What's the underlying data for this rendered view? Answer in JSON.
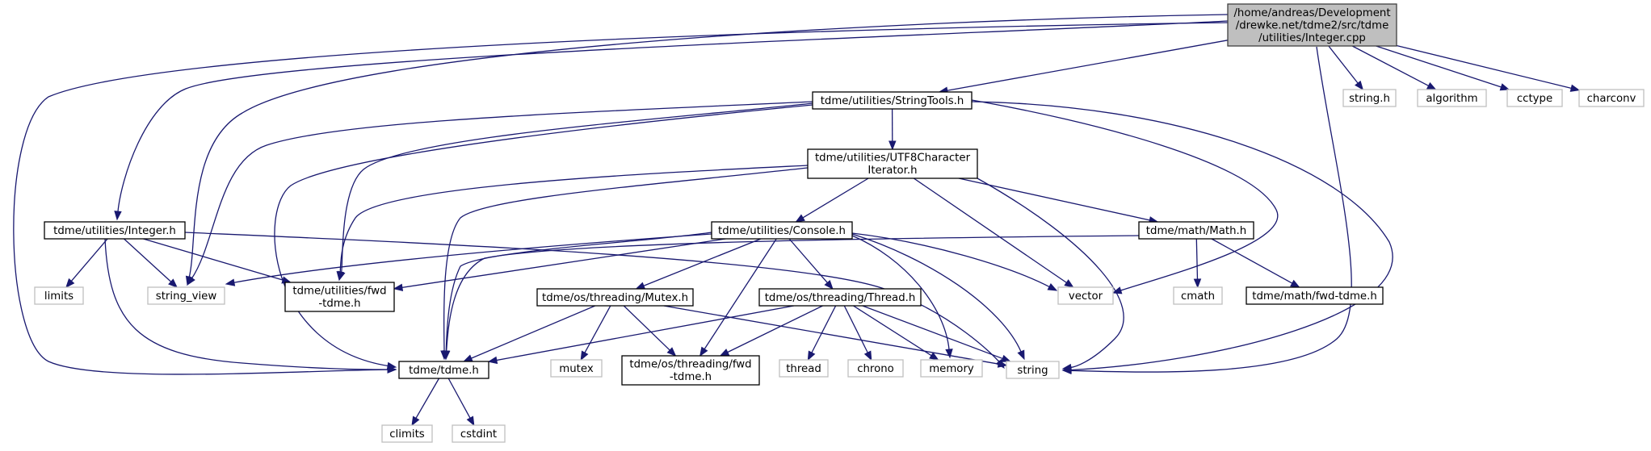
{
  "graph": {
    "edge_color": "#191970",
    "root_fill": "#bfbfbf",
    "local_border": "#000000",
    "system_border": "#bfbfbf",
    "nodes": [
      {
        "id": "root",
        "kind": "root",
        "lines": [
          "/home/andreas/Development",
          "/drewke.net/tdme2/src/tdme",
          "/utilities/Integer.cpp"
        ]
      },
      {
        "id": "stringtools",
        "kind": "local",
        "lines": [
          "tdme/utilities/StringTools.h"
        ]
      },
      {
        "id": "string_h",
        "kind": "system",
        "lines": [
          "string.h"
        ]
      },
      {
        "id": "algorithm",
        "kind": "system",
        "lines": [
          "algorithm"
        ]
      },
      {
        "id": "cctype",
        "kind": "system",
        "lines": [
          "cctype"
        ]
      },
      {
        "id": "charconv",
        "kind": "system",
        "lines": [
          "charconv"
        ]
      },
      {
        "id": "utf8",
        "kind": "local",
        "lines": [
          "tdme/utilities/UTF8Character",
          "Iterator.h"
        ]
      },
      {
        "id": "integer",
        "kind": "local",
        "lines": [
          "tdme/utilities/Integer.h"
        ]
      },
      {
        "id": "console",
        "kind": "local",
        "lines": [
          "tdme/utilities/Console.h"
        ]
      },
      {
        "id": "math",
        "kind": "local",
        "lines": [
          "tdme/math/Math.h"
        ]
      },
      {
        "id": "limits",
        "kind": "system",
        "lines": [
          "limits"
        ]
      },
      {
        "id": "string_view",
        "kind": "system",
        "lines": [
          "string_view"
        ]
      },
      {
        "id": "fwd_tdme",
        "kind": "local",
        "lines": [
          "tdme/utilities/fwd",
          "-tdme.h"
        ]
      },
      {
        "id": "vector",
        "kind": "system",
        "lines": [
          "vector"
        ]
      },
      {
        "id": "cmath",
        "kind": "system",
        "lines": [
          "cmath"
        ]
      },
      {
        "id": "math_fwd",
        "kind": "local",
        "lines": [
          "tdme/math/fwd-tdme.h"
        ]
      },
      {
        "id": "mutex_h",
        "kind": "local",
        "lines": [
          "tdme/os/threading/Mutex.h"
        ]
      },
      {
        "id": "thread_h",
        "kind": "local",
        "lines": [
          "tdme/os/threading/Thread.h"
        ]
      },
      {
        "id": "tdme_h",
        "kind": "local",
        "lines": [
          "tdme/tdme.h"
        ]
      },
      {
        "id": "mutex",
        "kind": "system",
        "lines": [
          "mutex"
        ]
      },
      {
        "id": "threading_fwd",
        "kind": "local",
        "lines": [
          "tdme/os/threading/fwd",
          "-tdme.h"
        ]
      },
      {
        "id": "thread",
        "kind": "system",
        "lines": [
          "thread"
        ]
      },
      {
        "id": "chrono",
        "kind": "system",
        "lines": [
          "chrono"
        ]
      },
      {
        "id": "memory",
        "kind": "system",
        "lines": [
          "memory"
        ]
      },
      {
        "id": "string",
        "kind": "system",
        "lines": [
          "string"
        ]
      },
      {
        "id": "climits",
        "kind": "system",
        "lines": [
          "climits"
        ]
      },
      {
        "id": "cstdint",
        "kind": "system",
        "lines": [
          "cstdint"
        ]
      }
    ],
    "edges": [
      [
        "root",
        "stringtools"
      ],
      [
        "root",
        "string_h"
      ],
      [
        "root",
        "algorithm"
      ],
      [
        "root",
        "cctype"
      ],
      [
        "root",
        "charconv"
      ],
      [
        "root",
        "integer"
      ],
      [
        "root",
        "string_view"
      ],
      [
        "root",
        "tdme_h"
      ],
      [
        "root",
        "string"
      ],
      [
        "stringtools",
        "utf8"
      ],
      [
        "stringtools",
        "string_view"
      ],
      [
        "stringtools",
        "fwd_tdme"
      ],
      [
        "stringtools",
        "tdme_h"
      ],
      [
        "stringtools",
        "vector"
      ],
      [
        "stringtools",
        "string"
      ],
      [
        "utf8",
        "console"
      ],
      [
        "utf8",
        "math"
      ],
      [
        "utf8",
        "fwd_tdme"
      ],
      [
        "utf8",
        "tdme_h"
      ],
      [
        "utf8",
        "vector"
      ],
      [
        "utf8",
        "string"
      ],
      [
        "integer",
        "limits"
      ],
      [
        "integer",
        "string_view"
      ],
      [
        "integer",
        "fwd_tdme"
      ],
      [
        "integer",
        "tdme_h"
      ],
      [
        "integer",
        "string"
      ],
      [
        "console",
        "string_view"
      ],
      [
        "console",
        "fwd_tdme"
      ],
      [
        "console",
        "tdme_h"
      ],
      [
        "console",
        "mutex_h"
      ],
      [
        "console",
        "thread_h"
      ],
      [
        "console",
        "threading_fwd"
      ],
      [
        "console",
        "memory"
      ],
      [
        "console",
        "string"
      ],
      [
        "console",
        "vector"
      ],
      [
        "math",
        "cmath"
      ],
      [
        "math",
        "math_fwd"
      ],
      [
        "math",
        "tdme_h"
      ],
      [
        "mutex_h",
        "mutex"
      ],
      [
        "mutex_h",
        "threading_fwd"
      ],
      [
        "mutex_h",
        "tdme_h"
      ],
      [
        "mutex_h",
        "string"
      ],
      [
        "thread_h",
        "thread"
      ],
      [
        "thread_h",
        "chrono"
      ],
      [
        "thread_h",
        "memory"
      ],
      [
        "thread_h",
        "string"
      ],
      [
        "thread_h",
        "threading_fwd"
      ],
      [
        "thread_h",
        "tdme_h"
      ],
      [
        "tdme_h",
        "climits"
      ],
      [
        "tdme_h",
        "cstdint"
      ]
    ]
  }
}
